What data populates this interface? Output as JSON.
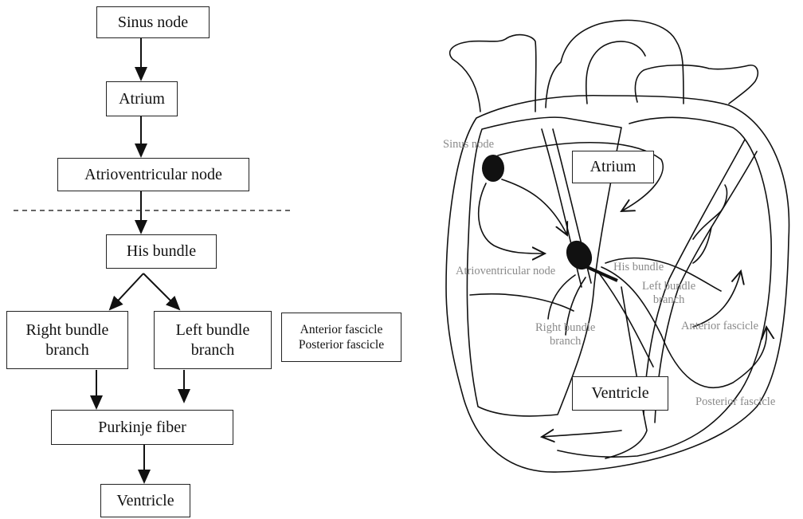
{
  "flowchart": {
    "sinus_node": "Sinus node",
    "atrium": "Atrium",
    "av_node": "Atrioventricular node",
    "his_bundle": "His bundle",
    "right_bundle": [
      "Right bundle",
      "branch"
    ],
    "left_bundle": [
      "Left bundle",
      "branch"
    ],
    "fascicles": [
      "Anterior fascicle",
      "Posterior fascicle"
    ],
    "purkinje": "Purkinje fiber",
    "ventricle": "Ventricle"
  },
  "heart": {
    "sinus_node": "Sinus node",
    "av_node": "Atrioventricular node",
    "his_bundle": "His bundle",
    "left_bundle": [
      "Left bundle",
      "branch"
    ],
    "anterior_fascicle": "Anterior fascicle",
    "right_bundle": [
      "Right bundle",
      "branch"
    ],
    "posterior_fascicle": "Posterior fascicle",
    "atrium": "Atrium",
    "ventricle": "Ventricle"
  }
}
